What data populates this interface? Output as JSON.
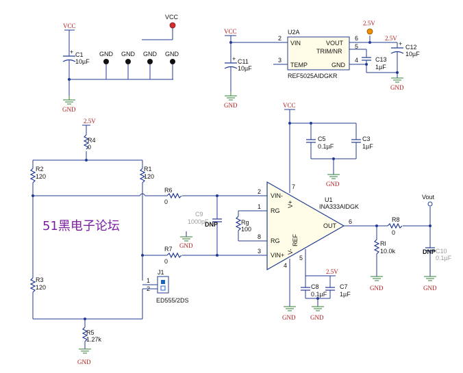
{
  "labels": {
    "vcc": "VCC",
    "gnd": "GND",
    "v25": "2.5V",
    "vout": "Vout",
    "c1": "C1",
    "c1v": "10µF",
    "c11": "C11",
    "c11v": "10µF",
    "c12": "C12",
    "c12v": "10µF",
    "c13": "C13",
    "c13v": "1µF",
    "c5": "C5",
    "c5v": "0.1µF",
    "c3": "C3",
    "c3v": "1µF",
    "c8": "C8",
    "c8v": "0.1µF",
    "c7": "C7",
    "c7v": "1µF",
    "c9": "C9",
    "c9v": "1000pF",
    "c10": "C10",
    "c10v": "0.1µF",
    "r1": "R1",
    "r1v": "120",
    "r2": "R2",
    "r2v": "120",
    "r3": "R3",
    "r3v": "120",
    "r4": "R4",
    "r4v": "0",
    "r5": "R5",
    "r5v": "1.27k",
    "r6": "R6",
    "r6v": "0",
    "r7": "R7",
    "r7v": "0",
    "r8": "R8",
    "r8v": "0",
    "rg": "Rg",
    "rgv": "100",
    "rl": "Rl",
    "rlv": "10.0k",
    "dnp": "DNP",
    "u2a": "U2A",
    "u2part": "REF5025AIDGKR",
    "u2vin": "VIN",
    "u2temp": "TEMP",
    "u2vout": "VOUT",
    "u2trim": "TRIM/NR",
    "u2gnd": "GND",
    "u1": "U1",
    "u1part": "INA333AIDGK",
    "u1vinm": "VIN-",
    "u1vinp": "VIN+",
    "u1rg": "RG",
    "u1out": "OUT",
    "u1ref": "REF",
    "u1vp": "V+",
    "u1vm": "V-",
    "j1": "J1",
    "j1part": "ED555/2DS",
    "p1": "1",
    "p2": "2",
    "p3": "3",
    "p4": "4",
    "p5": "5",
    "p6": "6",
    "p7": "7",
    "p8": "8",
    "watermark": "51黑电子论坛"
  },
  "colors": {
    "wire": "#1f3a93",
    "ground": "#2e7d32",
    "rail_label": "#b71c1c",
    "vcc_connector": "#d32f2f",
    "ref_connector": "#ef8f00",
    "watermark": "#7b1fa2"
  }
}
